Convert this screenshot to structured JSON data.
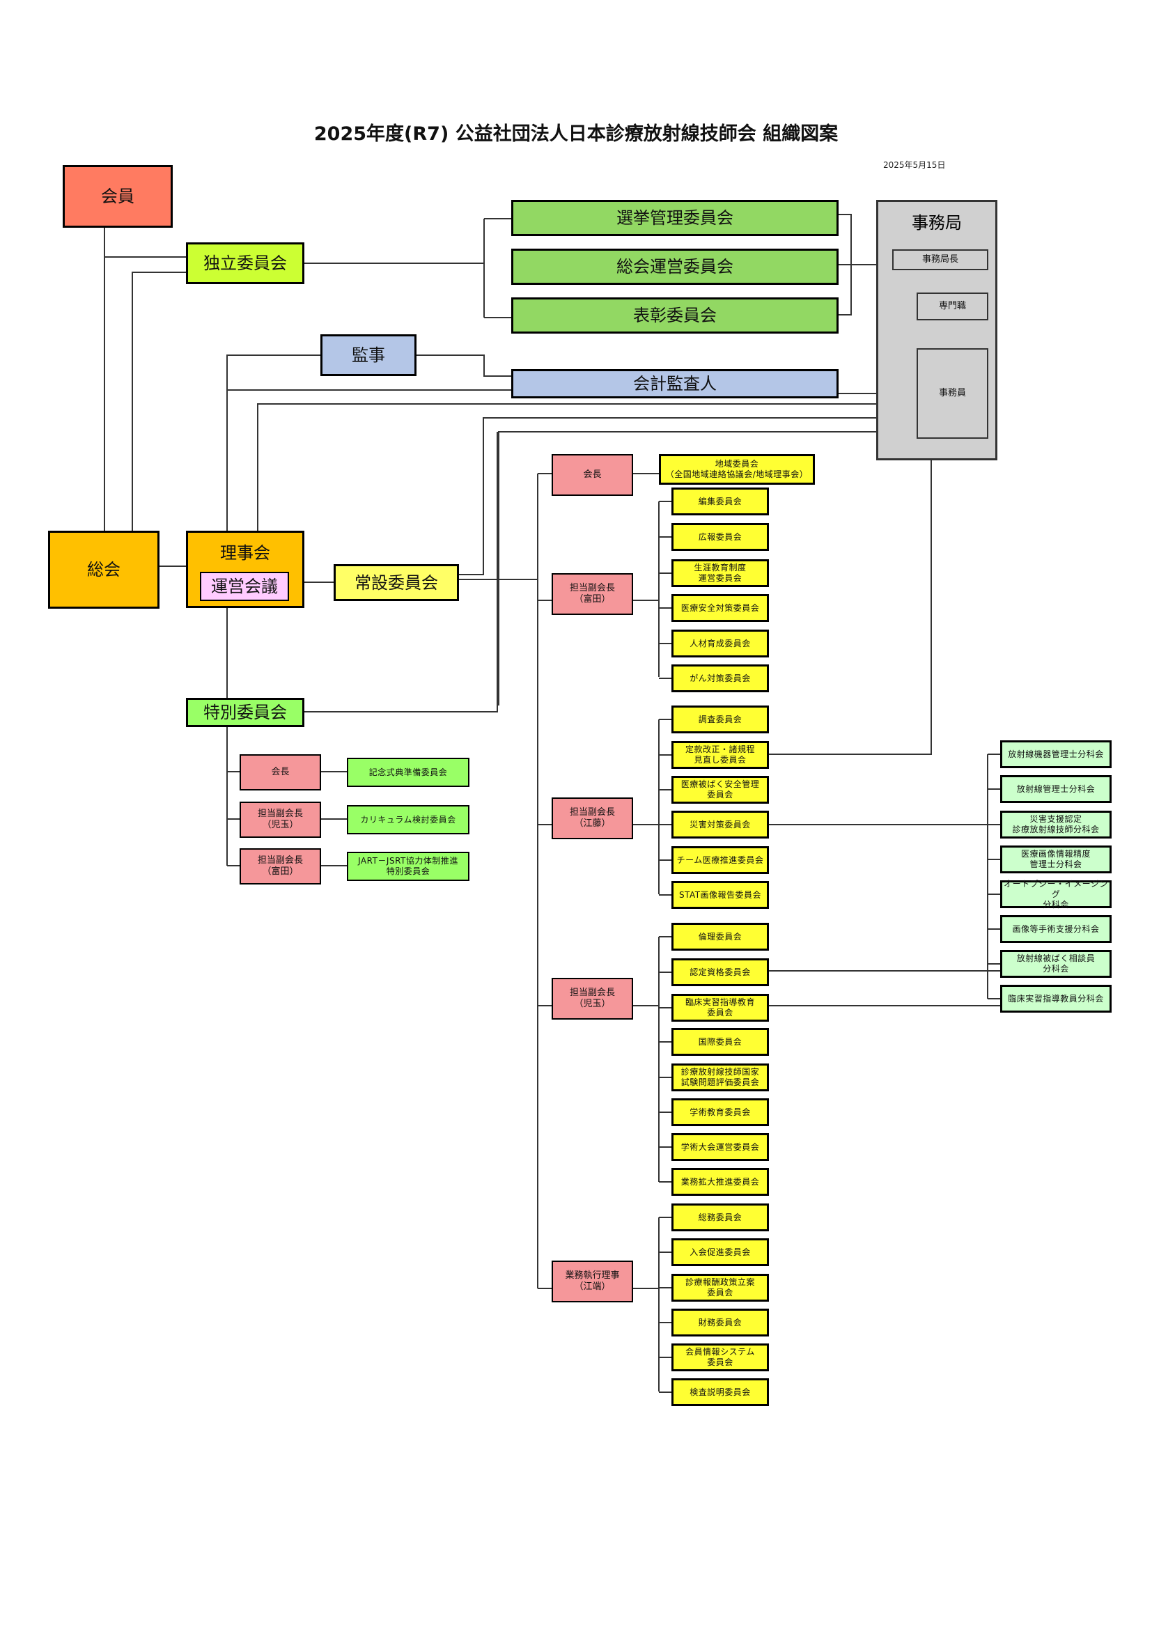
{
  "header": {
    "title": "2025年度(R7) 公益社団法人日本診療放射線技師会 組織図案",
    "date": "2025年5月15日"
  },
  "top": {
    "kaiin": "会員",
    "dokuritsu": "独立委員会",
    "senkyo": "選挙管理委員会",
    "sokai_unei": "総会運営委員会",
    "hyosho": "表彰委員会",
    "kanji": "監事",
    "kaikei": "会計監査人",
    "sokai": "総会",
    "rijikai": "理事会",
    "uneikaigi": "運営会議",
    "josetsu": "常設委員会",
    "tokubetsu": "特別委員会"
  },
  "office": {
    "title": "事務局",
    "director": "事務局長",
    "specialist": "専門職",
    "staff": "事務員"
  },
  "special": {
    "leaders": [
      "会長",
      "担当副会長\n（児玉）",
      "担当副会長\n（富田）"
    ],
    "committees": [
      "記念式典準備委員会",
      "カリキュラム検討委員会",
      "JART－JSRT協力体制推進\n特別委員会"
    ]
  },
  "standing": {
    "groups": [
      {
        "leader": "会長",
        "items": [
          "地域委員会\n（全国地域連絡協議会/地域理事会）"
        ]
      },
      {
        "leader": "担当副会長\n（富田）",
        "items": [
          "編集委員会",
          "広報委員会",
          "生涯教育制度\n運営委員会",
          "医療安全対策委員会",
          "人材育成委員会",
          "がん対策委員会"
        ]
      },
      {
        "leader": "担当副会長\n（江藤）",
        "items": [
          "調査委員会",
          "定款改正・諸規程\n見直し委員会",
          "医療被ばく安全管理\n委員会",
          "災害対策委員会",
          "チーム医療推進委員会",
          "STAT画像報告委員会"
        ]
      },
      {
        "leader": "担当副会長\n（児玉）",
        "items": [
          "倫理委員会",
          "認定資格委員会",
          "臨床実習指導教育\n委員会",
          "国際委員会",
          "診療放射線技師国家\n試験問題評価委員会",
          "学術教育委員会",
          "学術大会運営委員会",
          "業務拡大推進委員会"
        ]
      },
      {
        "leader": "業務執行理事\n（江端）",
        "items": [
          "総務委員会",
          "入会促進委員会",
          "診療報酬政策立案\n委員会",
          "財務委員会",
          "会員情報システム\n委員会",
          "検査説明委員会"
        ]
      }
    ]
  },
  "subcommittees": [
    "放射線機器管理士分科会",
    "放射線管理士分科会",
    "災害支援認定\n診療放射線技師分科会",
    "医療画像情報精度\n管理士分科会",
    "オートプシー・イメージング\n分科会",
    "画像等手術支援分科会",
    "放射線被ばく相談員\n分科会",
    "臨床実習指導教員分科会"
  ],
  "colors": {
    "kaiin": "#ff7b61",
    "sokai": "#ffc000",
    "dokuritsu": "#ccff33",
    "election": "#92d863",
    "audit": "#b4c6e7",
    "standing": "#ffff66",
    "leader": "#f5979a",
    "special": "#99ff66",
    "sub": "#ccffcc",
    "office": "#d0d0d0",
    "unei": "#ffccff"
  }
}
